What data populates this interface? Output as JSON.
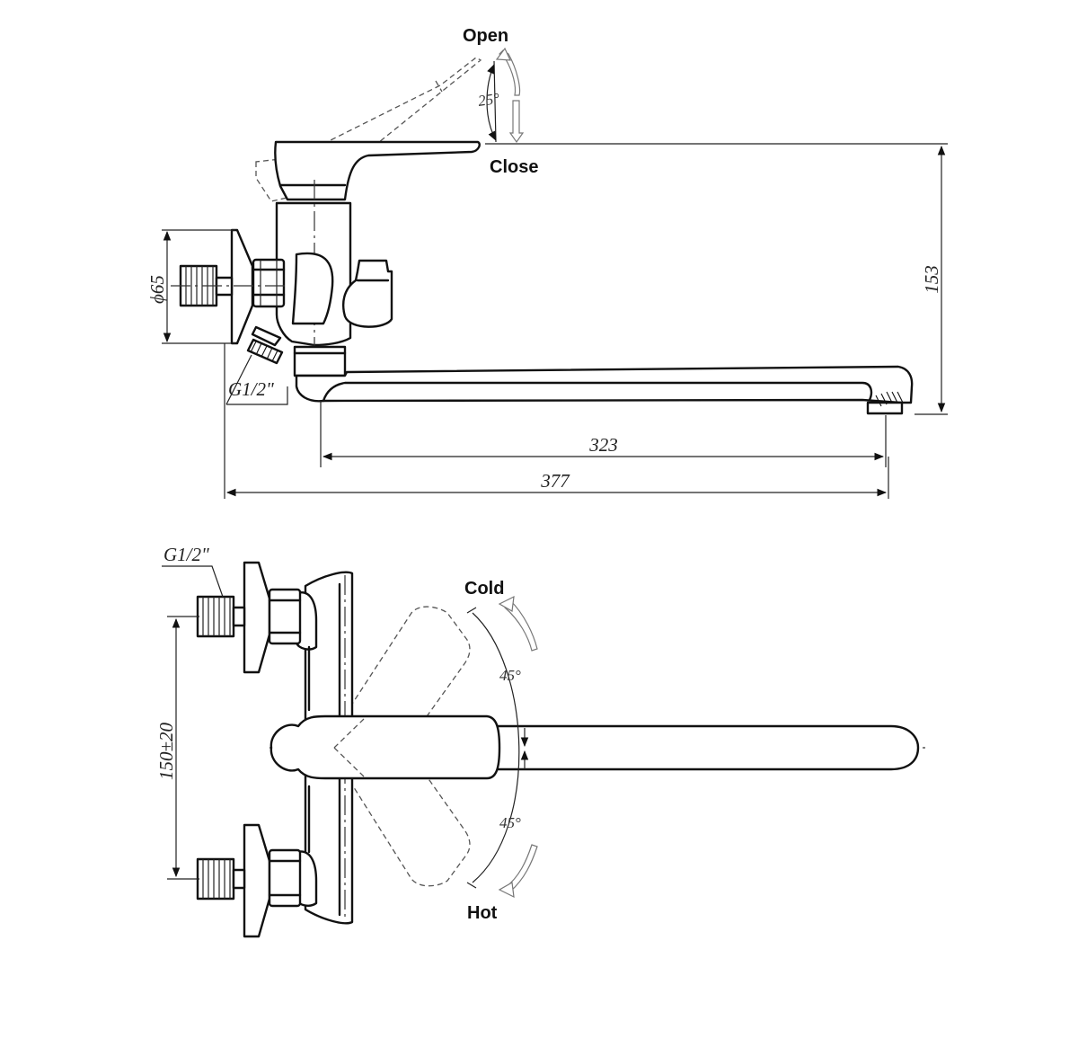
{
  "side_view": {
    "label_open": "Open",
    "label_close": "Close",
    "angle_lever": "25°",
    "dim_height": "153",
    "dim_diameter": "ϕ65",
    "dim_thread": "G1/2\"",
    "dim_spout_reach": "323",
    "dim_overall_length": "377"
  },
  "top_view": {
    "dim_thread": "G1/2\"",
    "dim_centers": "150±20",
    "label_cold": "Cold",
    "label_hot": "Hot",
    "angle_cold": "45°",
    "angle_hot": "45°"
  }
}
